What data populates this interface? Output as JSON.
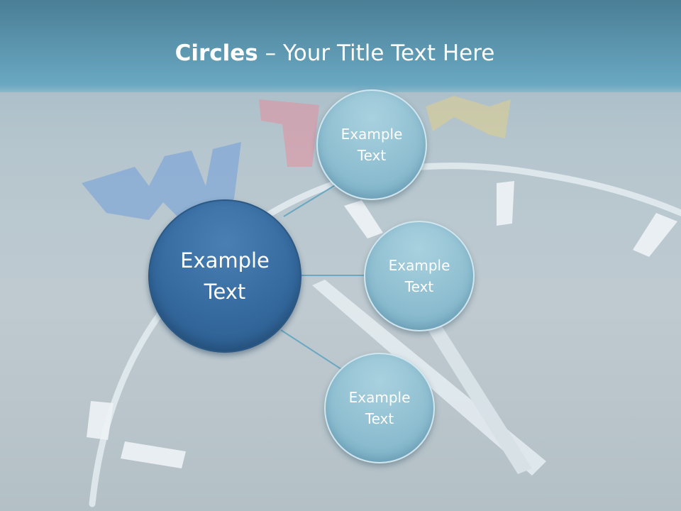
{
  "slide": {
    "title_bold": "Circles",
    "title_rest": " – Your Title Text Here"
  },
  "diagram": {
    "center": {
      "line1": "Example",
      "line2": "Text"
    },
    "nodes": [
      {
        "line1": "Example",
        "line2": "Text"
      },
      {
        "line1": "Example",
        "line2": "Text"
      },
      {
        "line1": "Example",
        "line2": "Text"
      }
    ]
  },
  "colors": {
    "title_band": "#5d97b0",
    "center_circle": "#356a9f",
    "node_circle": "#8fbfd1",
    "connector": "#6aa8c2"
  },
  "background": {
    "description_icons": [
      "compass-letter-w-icon",
      "compass-letter-n-icon"
    ]
  }
}
